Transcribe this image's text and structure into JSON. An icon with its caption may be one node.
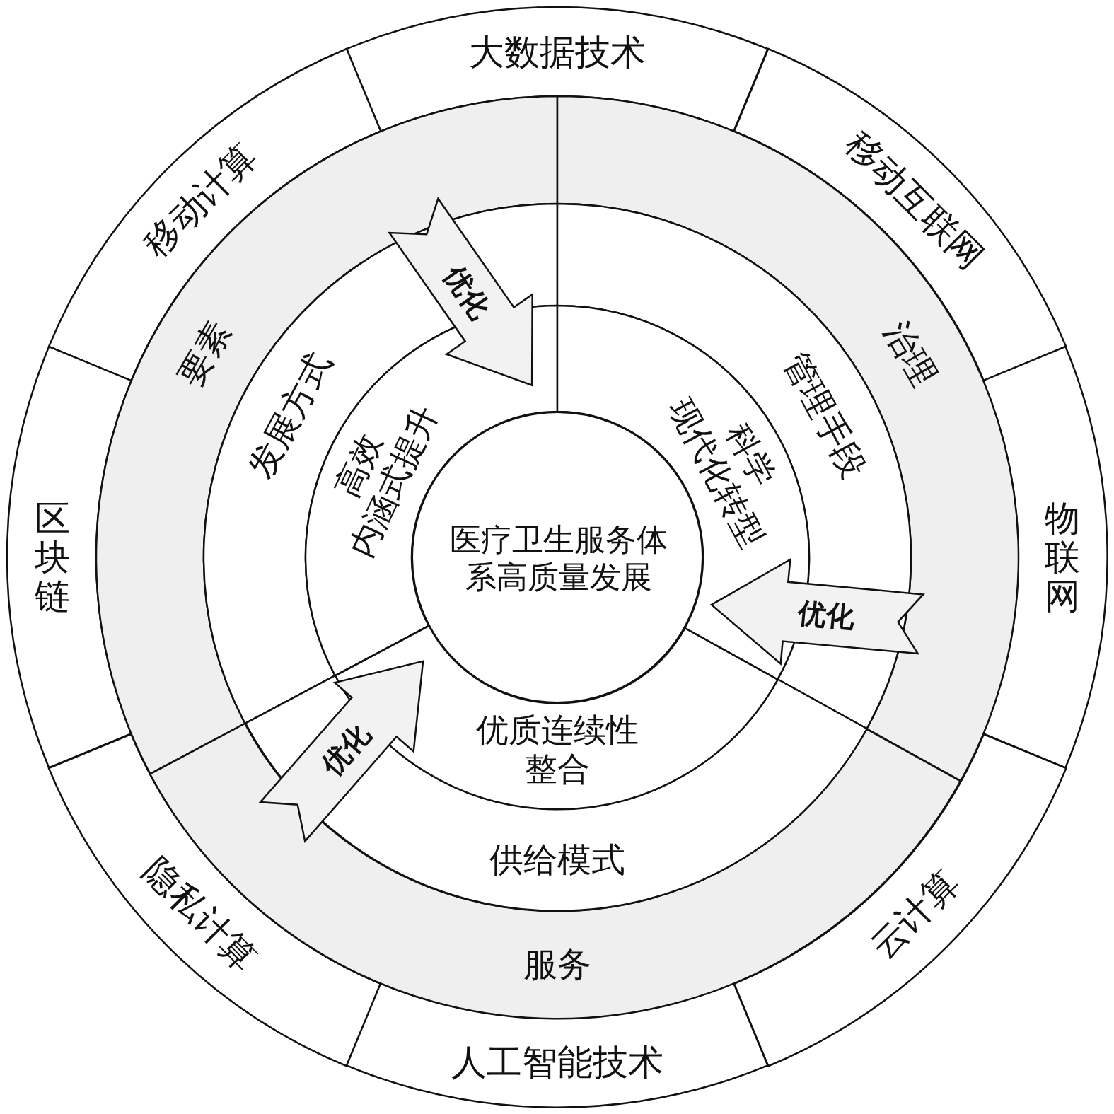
{
  "diagram": {
    "nodes": [
      {
        "text": [
          "大数据技术"
        ]
      },
      {
        "text": [
          "移动计算"
        ]
      },
      {
        "text": [
          "移动互联网"
        ]
      },
      {
        "text": [
          "区块链"
        ]
      },
      {
        "text": [
          "物联网"
        ]
      },
      {
        "text": [
          "隐私计算"
        ]
      },
      {
        "text": [
          "云计算"
        ]
      },
      {
        "text": [
          "人工智能技术"
        ]
      },
      {
        "text": [
          "要素"
        ]
      },
      {
        "text": [
          "治理"
        ]
      },
      {
        "text": [
          "服务"
        ]
      },
      {
        "text": [
          "发展方式"
        ]
      },
      {
        "text": [
          "管理手段"
        ]
      },
      {
        "text": [
          "供给模式"
        ]
      },
      {
        "text": [
          "高效",
          "内涵式提升"
        ]
      },
      {
        "text": [
          "科学",
          "现代化转型"
        ]
      },
      {
        "text": [
          "优质连续性整合"
        ]
      },
      {
        "text": [
          "医疗卫生服务体系高质量发展"
        ]
      }
    ],
    "edges": [
      {
        "from": 8,
        "to": 14,
        "arrow": "to",
        "label": "优化"
      },
      {
        "from": 9,
        "to": 15,
        "arrow": "to",
        "label": "优化"
      },
      {
        "from": 10,
        "to": 16,
        "arrow": "to",
        "label": "优化"
      }
    ]
  }
}
